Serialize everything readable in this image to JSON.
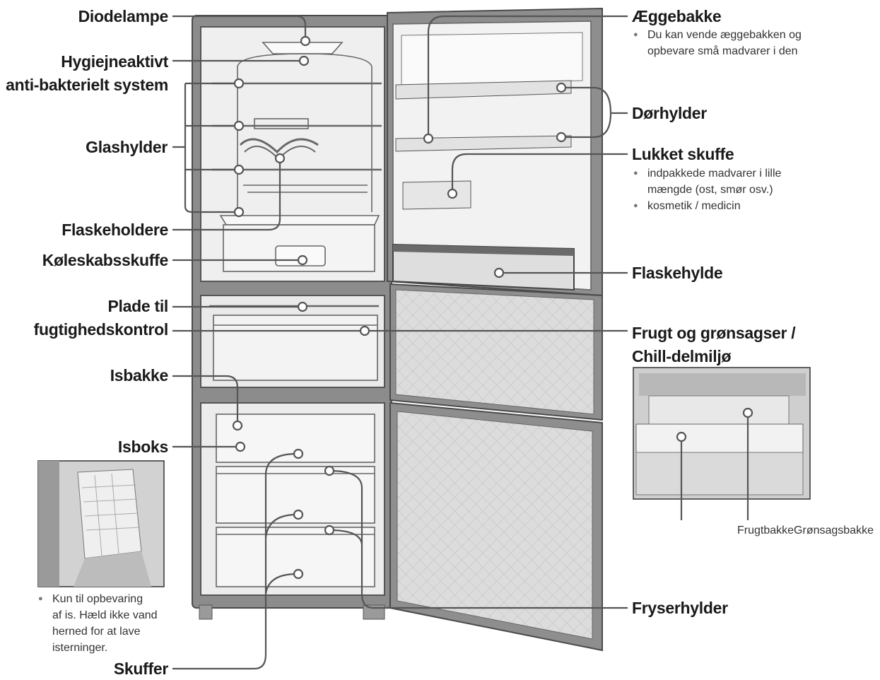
{
  "labels": {
    "diodelampe": "Diodelampe",
    "hygiejne_line1": "Hygiejneaktivt",
    "hygiejne_line2": "anti-bakterielt system",
    "glashylder": "Glashylder",
    "flaskeholdere": "Flaskeholdere",
    "koleskabsskuffe": "Køleskabsskuffe",
    "plade_line1": "Plade til",
    "plade_line2": "fugtighedskontrol",
    "isbakke": "Isbakke",
    "isboks": "Isboks",
    "skuffer": "Skuffer",
    "aeggebakke": "Æggebakke",
    "dorhylder": "Dørhylder",
    "lukket_skuffe": "Lukket skuffe",
    "flaskehylde": "Flaskehylde",
    "frugt_line1": "Frugt og grønsagser /",
    "frugt_line2": "Chill-delmiljø",
    "fryserhylder": "Fryserhylder",
    "frugt_gronsag_bakke": "FrugtbakkeGrønsagsbakke"
  },
  "notes": {
    "aeggebakke": [
      "Du kan vende æggebakken og",
      "opbevare små madvarer i den"
    ],
    "lukket_skuffe": [
      "indpakkede madvarer i lille",
      "mængde (ost, smør osv.)",
      "kosmetik / medicin"
    ],
    "isboks": [
      "Kun til opbevaring",
      "af is. Hæld ikke vand",
      "herned for at lave",
      "isterninger."
    ]
  },
  "colors": {
    "line": "#555555",
    "dot_fill": "#ffffff",
    "cabinet": "#6f6f6f",
    "interior": "#f0f0f0",
    "door_panel": "#d6d6d6"
  }
}
